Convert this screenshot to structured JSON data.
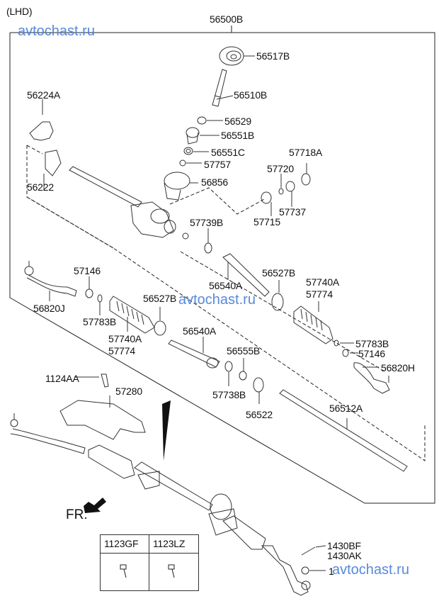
{
  "header": {
    "variant": "(LHD)",
    "assembly_part": "56500B"
  },
  "watermark": "avtochast.ru",
  "parts": {
    "p56517B": "56517B",
    "p56510B": "56510B",
    "p56224A": "56224A",
    "p56529": "56529",
    "p56551B": "56551B",
    "p56551C": "56551C",
    "p57718A": "57718A",
    "p56222": "56222",
    "p57757": "57757",
    "p57720": "57720",
    "p56856": "56856",
    "p57737": "57737",
    "p57715": "57715",
    "p57739B": "57739B",
    "p57146_left": "57146",
    "p56820J": "56820J",
    "p57783B_left": "57783B",
    "p56527B_left": "56527B",
    "p57740A_left": "57740A",
    "p57774_left": "57774",
    "p56540A_upper": "56540A",
    "p56527B_right": "56527B",
    "p57740A_right": "57740A",
    "p57774_right": "57774",
    "p56540A_lower": "56540A",
    "p56555B": "56555B",
    "p57783B_right": "57783B",
    "p57146_right": "57146",
    "p56820H": "56820H",
    "p1124AA": "1124AA",
    "p57280": "57280",
    "p57738B": "57738B",
    "p56522": "56522",
    "p56512A": "56512A",
    "p1430BF": "1430BF",
    "p1430AK": "1430AK",
    "p_obscured": "1"
  },
  "front_indicator": "FR.",
  "fastener_table": {
    "columns": [
      "1123GF",
      "1123LZ"
    ]
  }
}
